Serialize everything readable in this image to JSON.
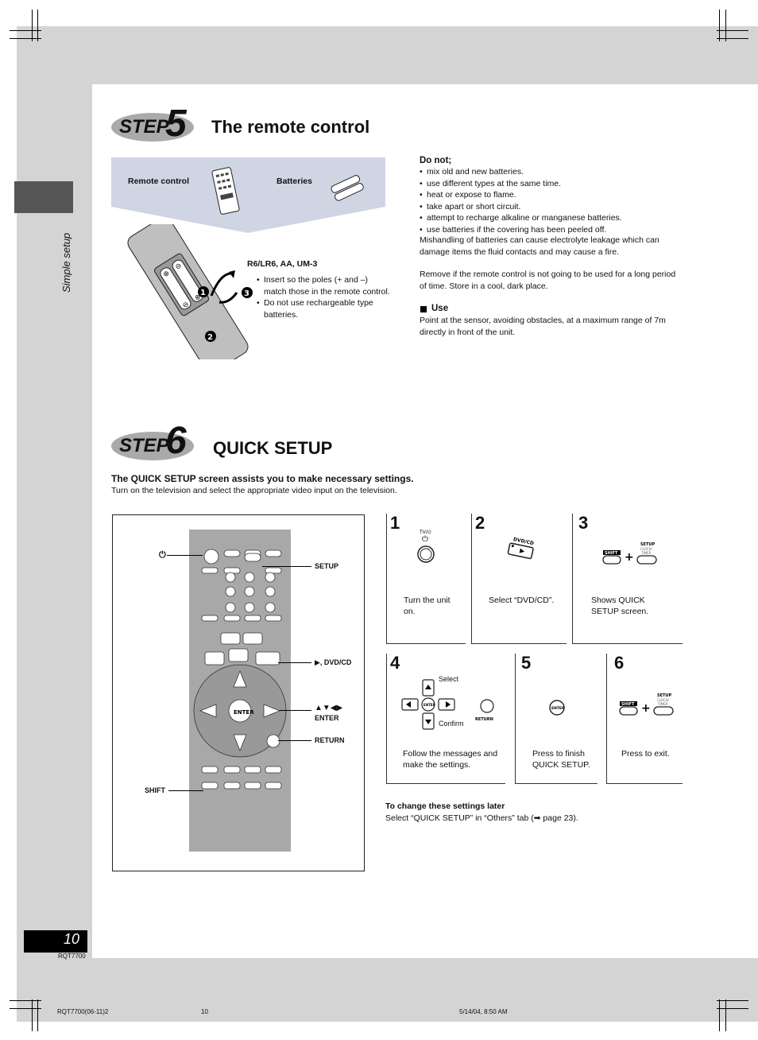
{
  "step5": {
    "step_word": "STEP",
    "step_num": "5",
    "title": "The remote control",
    "items": {
      "remote": "Remote control",
      "batteries": "Batteries"
    },
    "battery_type": "R6/LR6, AA, UM-3",
    "insert_notes": [
      "Insert so the poles (+ and –) match those in the remote control.",
      "Do not use rechargeable type batteries."
    ],
    "do_not_heading": "Do not;",
    "do_not": [
      "mix old and new batteries.",
      "use different types at the same time.",
      "heat or expose to flame.",
      "take apart or short circuit.",
      "attempt to recharge alkaline or manganese batteries.",
      "use batteries if the covering has been peeled off."
    ],
    "mishandling": "Mishandling of batteries can cause electrolyte leakage which can damage items the fluid contacts and may cause a fire.",
    "remove_note": "Remove if the remote control is not going to be used for a long period of time. Store in a cool, dark place.",
    "use_heading": "Use",
    "use_text": "Point at the sensor, avoiding obstacles, at a maximum range of 7m  directly in front of the unit."
  },
  "step6": {
    "step_word": "STEP",
    "step_num": "6",
    "title": "QUICK SETUP",
    "intro_bold": "The QUICK SETUP screen assists you to make necessary settings.",
    "intro": "Turn on the television and select the appropriate video input on the television.",
    "remote_labels": {
      "power": "⏻",
      "setup": "SETUP",
      "play_dvd": "▶, DVD/CD",
      "cursor": "▲▼◀▶",
      "enter": "ENTER",
      "return": "RETURN",
      "shift": "SHIFT"
    },
    "panels": [
      {
        "num": "1",
        "caption": "Turn the unit on."
      },
      {
        "num": "2",
        "caption": "Select “DVD/CD”."
      },
      {
        "num": "3",
        "caption": "Shows QUICK SETUP screen."
      },
      {
        "num": "4",
        "caption": "Follow the messages and make the settings.",
        "select": "Select",
        "confirm": "Confirm"
      },
      {
        "num": "5",
        "caption": "Press to finish QUICK SETUP."
      },
      {
        "num": "6",
        "caption": "Press to exit."
      }
    ],
    "change_heading": "To change these settings later",
    "change_text": "Select “QUICK SETUP” in “Others” tab (➡ page 23)."
  },
  "sidebar": {
    "label": "Simple setup"
  },
  "footer": {
    "page_number": "10",
    "model_code": "RQT7700",
    "print_file": "RQT7700(06-11)2",
    "print_page": "10",
    "print_date": "5/14/04, 8:50 AM"
  }
}
